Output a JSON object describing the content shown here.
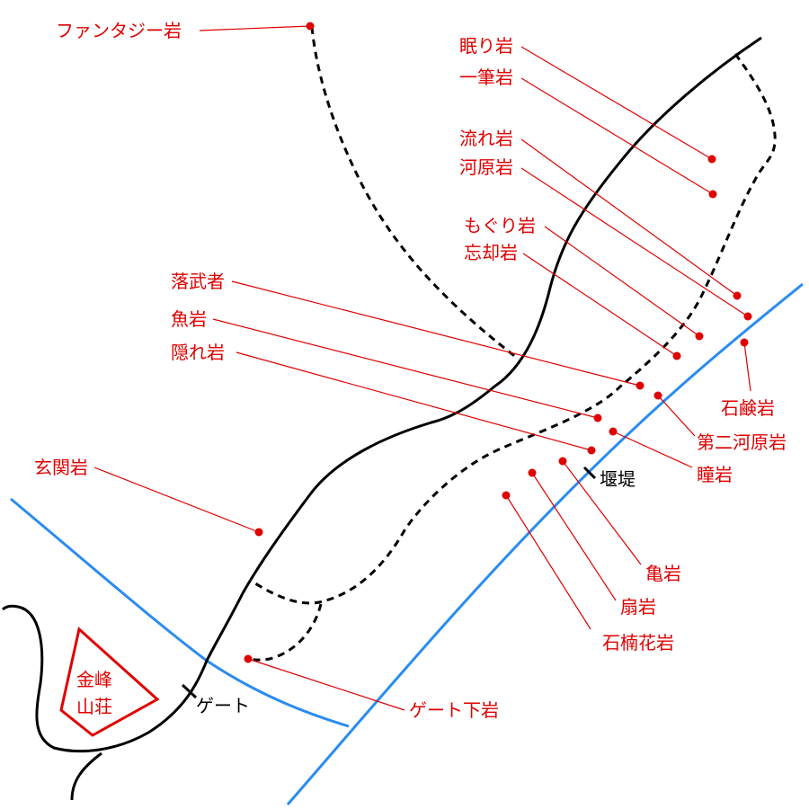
{
  "colors": {
    "label": "#e00000",
    "road": "#000000",
    "trail": "#000000",
    "river": "#2a8cf0",
    "infra_label": "#000000"
  },
  "labels": {
    "fantasy": "ファンタジー岩",
    "nemuri": "眠り岩",
    "hitofude": "一筆岩",
    "nagare": "流れ岩",
    "kawara": "河原岩",
    "moguri": "もぐり岩",
    "boukyaku": "忘却岩",
    "ochimusha": "落武者",
    "uo": "魚岩",
    "kakure": "隠れ岩",
    "genkan": "玄関岩",
    "sekken": "石鹸岩",
    "dai2kawara": "第二河原岩",
    "hitomi": "瞳岩",
    "kame": "亀岩",
    "ougi": "扇岩",
    "sekinanka": "石楠花岩",
    "gatesita": "ゲート下岩",
    "lodge_line1": "金峰",
    "lodge_line2": "山荘"
  },
  "infrastructure": {
    "gate": "ゲート",
    "weir": "堰堤"
  }
}
